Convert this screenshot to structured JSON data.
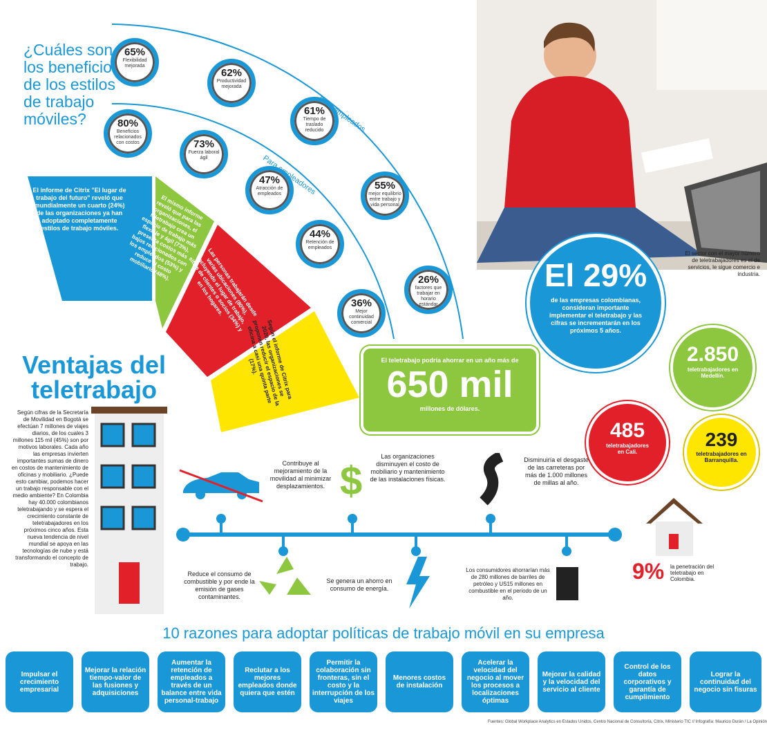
{
  "question": "¿Cuáles son los beneficios de los estilos de trabajo móviles?",
  "arc_labels": {
    "employees": "Para empleados",
    "employers": "Para empleadores"
  },
  "stats": [
    {
      "pct": "65%",
      "label": "Flexibilidad mejorada"
    },
    {
      "pct": "62%",
      "label": "Productividad mejorada"
    },
    {
      "pct": "61%",
      "label": "Tiempo de traslado reducido"
    },
    {
      "pct": "55%",
      "label": "mejor equilibrio entre trabajo y vida personal"
    },
    {
      "pct": "26%",
      "label": "factores que trabajar en horario estándar"
    },
    {
      "pct": "80%",
      "label": "Beneficios relacionados con costos"
    },
    {
      "pct": "73%",
      "label": "Fuerza laboral ágil"
    },
    {
      "pct": "47%",
      "label": "Atracción de empleados"
    },
    {
      "pct": "44%",
      "label": "Retención de empleados"
    },
    {
      "pct": "36%",
      "label": "Mejor continuidad comercial"
    }
  ],
  "fan": [
    "El informe de Citrix \"El lugar de trabajo del futuro\" reveló que mundialmente un cuarto (24%) de las organizaciones ya han adoptado completamente estilos de trabajo móviles.",
    "El mismo informe reveló que para las organizaciones, el teletrabajo crea un espacio de trabajo más flexible y ágil (73%), presenta costos más bajos relacionados con los empleados (53%) y reduce el costo mobiliario (48%).",
    "Las personas trabajarán desde varias ubicaciones (80%), incluyendo el lugar de trabajo, sitios de clientes o socios (34%) y en los hogares.",
    "Según el informe de Citrix para 2020, las organizaciones se proponen reducir el espacio de la oficina a casi una quinta parte (17%)."
  ],
  "big_stat": {
    "value": "El 29%",
    "text": "de las empresas colombianas, consideran importante implementar el teletrabajo y las cifras se incrementarán en los próximos 5 años."
  },
  "sector_note": "El sector con el mayor número de teletrabajadores es el de servicios, le sigue comercio e industria.",
  "savings": {
    "top": "El teletrabajo podría ahorrar en un año más de",
    "value": "650 mil",
    "bottom": "millones de dólares."
  },
  "cities": [
    {
      "value": "2.850",
      "label": "teletrabajadores en Medellín."
    },
    {
      "value": "485",
      "label": "teletrabajadores en Cali."
    },
    {
      "value": "239",
      "label": "teletrabajadores en Barranquilla."
    }
  ],
  "penetration": {
    "value": "9%",
    "label": "la penetración del teletrabajo en Colombia."
  },
  "ventajas_title": "Ventajas del teletrabajo",
  "ventajas_text": "Según cifras de la Secretaría de Movilidad en Bogotá se efectúan 7 millones de viajes diarios, de los cuales 3 millones 115 mil (45%) son por motivos laborales. Cada año las empresas invierten importantes sumas de dinero en costos de mantenimiento de oficinas y mobiliario. ¿Puede esto cambiar, podemos hacer un trabajo responsable con el medio ambiente? En Colombia hay 40.000 colombianos teletrabajando y se espera el crecimiento constante de teletrabajadores en los próximos cinco años. Esta nueva tendencia de nivel mundial se apoya en las tecnologías de nube y está transformando el concepto de trabajo.",
  "timeline_top": [
    "Contribuye al mejoramiento de la movilidad al minimizar desplazamientos.",
    "Las organizaciones disminuyen el costo de mobiliario y mantenimiento de las instalaciones físicas.",
    "Disminuiría el desgaste de las carreteras por más de 1.000 millones de millas al año."
  ],
  "timeline_bottom": [
    "Reduce el consumo de combustible y por ende la emisión de gases contaminantes.",
    "Se genera un ahorro en consumo de energía.",
    "Los consumidores ahorrarían más de 280 millones de barriles de petróleo y US15 millones en combustible en el periodo de un año."
  ],
  "reasons_title": "10 razones para adoptar políticas de trabajo móvil en su empresa",
  "reasons": [
    "Impulsar el crecimiento empresarial",
    "Mejorar la relación tiempo-valor de las fusiones y adquisiciones",
    "Aumentar la retención de empleados a través de un balance entre vida personal-trabajo",
    "Reclutar a los mejores empleados donde quiera que estén",
    "Permitir la colaboración sin fronteras, sin el costo y la interrupción de los viajes",
    "Menores costos de instalación",
    "Acelerar la velocidad del negocio al mover los procesos a localizaciones óptimas",
    "Mejorar la calidad y la velocidad del servicio al cliente",
    "Control de los datos corporativos y garantía de cumplimiento",
    "Lograr la continuidad del negocio sin fisuras"
  ],
  "footer": "Fuentes: Global Workplace Analytics en Estados Unidos, Centro Nacional de Consultoría, Citrix, Ministerio TIC  //  Infografía: Mauricio Durán / La Opinión",
  "colors": {
    "blue": "#1a97d6",
    "green": "#8dc63f",
    "red": "#e2202a",
    "yellow": "#ffe600"
  }
}
